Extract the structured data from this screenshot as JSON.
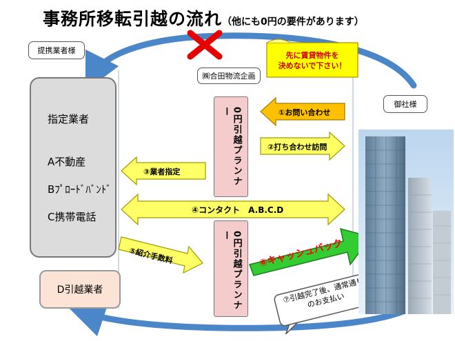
{
  "title": {
    "main": "事務所移転引越の流れ",
    "sub": "（他にも0円の要件があります）"
  },
  "callouts": {
    "partner": "提携業者様",
    "company": "㈱合田物流企画",
    "client": "御社様"
  },
  "sticky_note": {
    "line1": "先に賃貸物件を",
    "line2": "決めないで下さい！"
  },
  "vendors_panel": {
    "heading": "指定業者",
    "items": [
      "A不動産",
      "Bﾌﾟﾛｰﾄﾞﾊﾞﾝﾄﾞ",
      "C携帯電話"
    ]
  },
  "moving_company": "D引越業者",
  "planners": {
    "top": "0円引越プランナー",
    "bottom": "0円引越プランナー"
  },
  "steps": {
    "s1": "①お問い合わせ",
    "s2": "②打ち合わせ訪問",
    "s3": "③業者指定",
    "s4": "④コンタクト　A.B.C.D",
    "s5": "⑤紹介手数料",
    "s6": "⑥キャッシュバック",
    "s7_line1": "⑦引越完了後、通常通り",
    "s7_line2": "のお支払い"
  },
  "colors": {
    "yellow_arrow": "#ffff66",
    "orange_arrow": "#ffc000",
    "green_arrow": "#33cc33",
    "cashback_text": "#ff0000",
    "blue_arc": "#4a86c8",
    "red_cross": "#e60000",
    "planner_fill": "#f4cccc",
    "panel_fill": "#dcdcdc",
    "moving_fill": "#fbe4d5"
  }
}
